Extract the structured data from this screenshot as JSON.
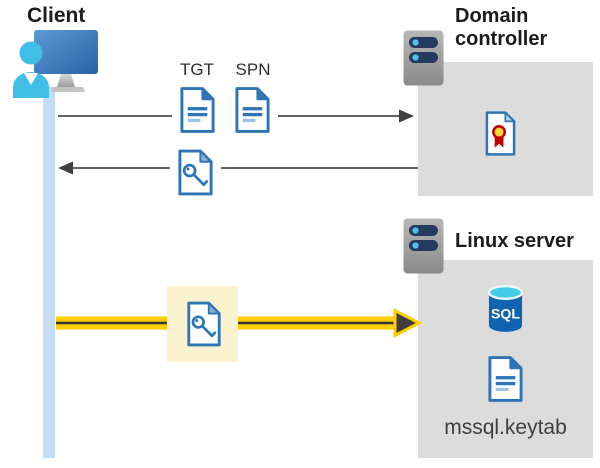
{
  "diagram": {
    "client": {
      "label": "Client"
    },
    "tickets": {
      "tgt_label": "TGT",
      "spn_label": "SPN"
    },
    "domain_controller": {
      "label": "Domain controller"
    },
    "linux_server": {
      "label": "Linux server",
      "sql_label": "SQL",
      "keytab_label": "mssql.keytab"
    },
    "icons": {
      "client": "monitor-user-icon",
      "servers": "server-rack-icon",
      "tgt": "document-icon",
      "spn": "document-icon",
      "service_ticket": "key-document-icon",
      "certificate": "certificate-icon",
      "database": "sql-database-icon",
      "keytab_file": "document-icon"
    },
    "colors": {
      "accent_blue": "#2E75B6",
      "doc_line_light": "#9DC3E6",
      "lifeline_blue": "#C3DDF8",
      "person_cyan": "#3FBFE8",
      "zone_gray": "#DCDCDC",
      "arrow_gray": "#4D4D4D",
      "highlight_yellow": "#FAF2CE",
      "flow_yellow": "#FFCE00",
      "server_navy": "#243A5E",
      "server_dot_cyan": "#4EC1E8",
      "sql_blue": "#1063B1",
      "cert_red": "#C00000",
      "cert_gold": "#FFD43B"
    }
  }
}
